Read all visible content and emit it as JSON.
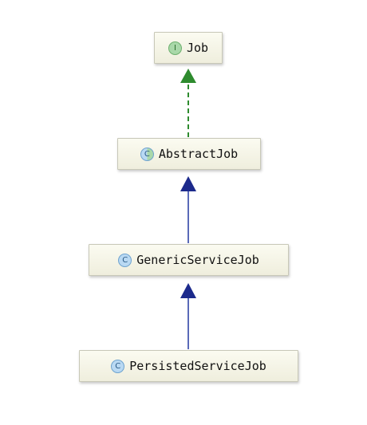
{
  "diagram": {
    "nodes": [
      {
        "id": "job",
        "label": "Job",
        "icon": "interface-icon",
        "icon_letter": "I"
      },
      {
        "id": "abstract_job",
        "label": "AbstractJob",
        "icon": "abstract-class-icon",
        "icon_letter": "C"
      },
      {
        "id": "generic_service_job",
        "label": "GenericServiceJob",
        "icon": "class-icon",
        "icon_letter": "C"
      },
      {
        "id": "persisted_service_job",
        "label": "PersistedServiceJob",
        "icon": "class-icon",
        "icon_letter": "C"
      }
    ],
    "edges": [
      {
        "from": "abstract_job",
        "to": "job",
        "kind": "implements",
        "style": "dashed",
        "color": "#2e8b2e"
      },
      {
        "from": "generic_service_job",
        "to": "abstract_job",
        "kind": "extends",
        "style": "solid",
        "color": "#1c2a8c"
      },
      {
        "from": "persisted_service_job",
        "to": "generic_service_job",
        "kind": "extends",
        "style": "solid",
        "color": "#1c2a8c"
      }
    ]
  }
}
